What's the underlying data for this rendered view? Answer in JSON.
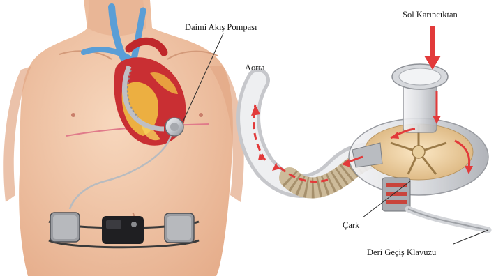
{
  "labels": {
    "pump": "Daimi Akış Pompası",
    "left_ventricle": "Sol Karıncıktan",
    "aorta": "Aorta",
    "impeller": "Çark",
    "driveline": "Deri Geçiş Klavuzu"
  },
  "colors": {
    "skin": "#f2c7a6",
    "skin_shadow": "#dca181",
    "heart": "#d2393a",
    "fat": "#f2c544",
    "vessel_blue": "#5a9ed6",
    "flow_arrow": "#e23a3a",
    "graft": "#cdbb9a",
    "device_metal": "#c9ccd0"
  }
}
